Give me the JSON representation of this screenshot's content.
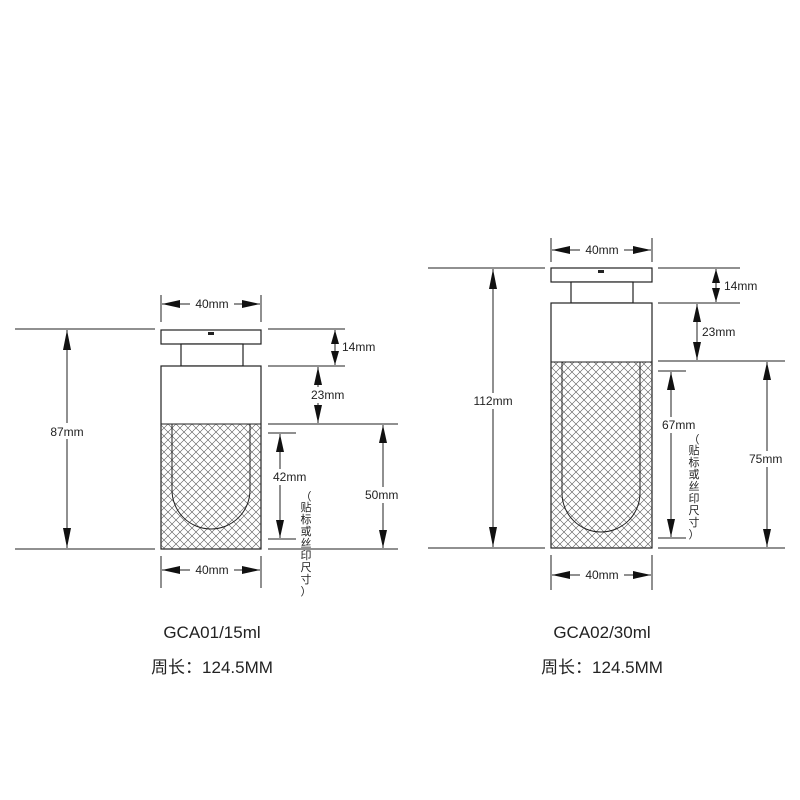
{
  "products": [
    {
      "id": "gca01",
      "model": "GCA01/15ml",
      "perimeter": "周长：124.5MM",
      "dims": {
        "cap_width": "40mm",
        "body_width": "40mm",
        "overall_height": "87mm",
        "cap_height": "14mm",
        "shoulder_height": "23mm",
        "label_height": "42mm",
        "lower_height": "50mm"
      },
      "label_note_chars": [
        "（",
        "贴",
        "标",
        "或",
        "丝",
        "印",
        "尺",
        "寸",
        "）"
      ]
    },
    {
      "id": "gca02",
      "model": "GCA02/30ml",
      "perimeter": "周长：124.5MM",
      "dims": {
        "cap_width": "40mm",
        "body_width": "40mm",
        "overall_height": "112mm",
        "cap_height": "14mm",
        "shoulder_height": "23mm",
        "label_height": "67mm",
        "lower_height": "75mm"
      },
      "label_note_chars": [
        "（",
        "贴",
        "标",
        "或",
        "丝",
        "印",
        "尺",
        "寸",
        "）"
      ]
    }
  ]
}
